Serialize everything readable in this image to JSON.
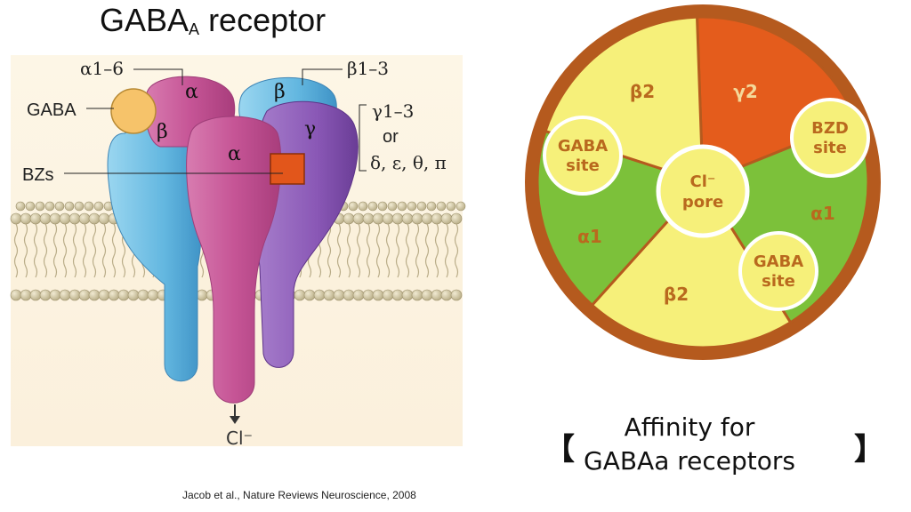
{
  "title": {
    "main": "GABA",
    "sub": "A",
    "rest": " receptor"
  },
  "receptor_labels": {
    "alpha_range": "α1–6",
    "beta_range": "β1–3",
    "gamma_range": "γ1–3",
    "or": "or",
    "other_subunits": "δ, ε, θ, π",
    "gaba": "GABA",
    "bzs": "BZs",
    "cl": "Cl⁻",
    "alpha": "α",
    "beta": "β",
    "gamma": "γ"
  },
  "citation": "Jacob et al., Nature Reviews Neuroscience, 2008",
  "wheel": {
    "beta2_top": "β2",
    "gamma2": "γ2",
    "alpha1_left": "α1",
    "alpha1_right": "α1",
    "beta2_bottom": "β2",
    "gaba_site_left": [
      "GABA",
      "site"
    ],
    "bzd_site": [
      "BZD",
      "site"
    ],
    "cl_pore": [
      "Cl⁻",
      "pore"
    ],
    "gaba_site_right": [
      "GABA",
      "site"
    ]
  },
  "affinity": {
    "line1": "Affinity for",
    "line2": "GABAa receptors",
    "left_bracket": "【",
    "right_bracket": "】"
  },
  "colors": {
    "yellow": "#f6f07a",
    "orange": "#e45c1c",
    "green": "#7cc13a",
    "rim": "#b55a1e",
    "alpha_pink": "#cc5a9a",
    "beta_blue": "#6fc0e4",
    "gamma_purple": "#8f5fba",
    "bz_orange": "#e2561b"
  }
}
